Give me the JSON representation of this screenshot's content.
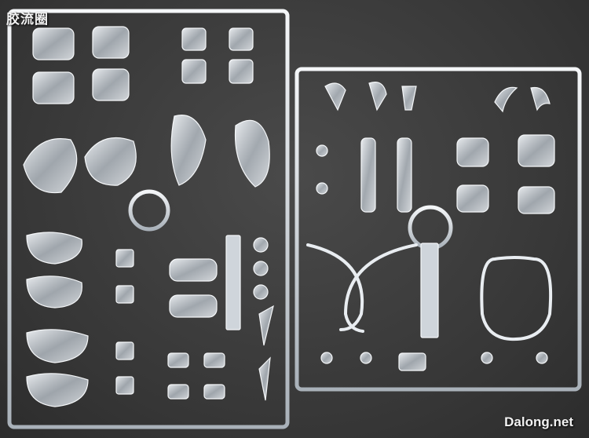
{
  "watermark_top": "胶流圈",
  "watermark_bottom": "Dalong.net",
  "colors": {
    "background": "#3c3c3c",
    "plastic_frame": "#d8dde2",
    "plastic_part": "#cfd5db",
    "highlight": "#ffffff"
  },
  "scene": {
    "left_runner": {
      "parts_left_column": [
        "torso-block",
        "torso-block",
        "shoulder-shell",
        "arm-shell",
        "arm-shell",
        "leg-shell",
        "leg-shell"
      ],
      "parts_right_column": [
        "knee-block",
        "knee-block",
        "knee-block",
        "knee-block",
        "thigh-armor",
        "thigh-armor",
        "foot-part",
        "foot-part"
      ]
    },
    "right_runner": {
      "parts": [
        "antenna",
        "antenna",
        "leg-frame",
        "leg-frame",
        "hand",
        "hand",
        "hand",
        "hand",
        "cable-loop",
        "cable-loop",
        "display-stand-loop"
      ]
    }
  }
}
